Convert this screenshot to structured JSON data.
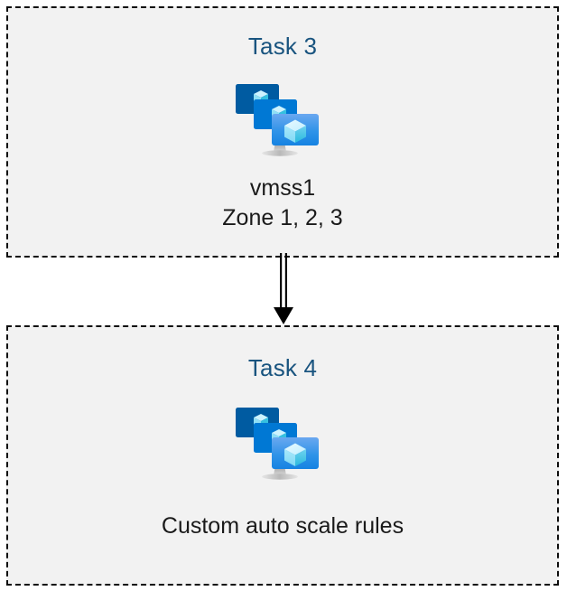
{
  "diagram": {
    "type": "flow",
    "background_color": "#ffffff",
    "box_fill_color": "#f2f2f2",
    "box_border_color": "#0d0d0d",
    "title_color": "#19547f",
    "caption_color": "#1a1a1a",
    "nodes": [
      {
        "id": "task3",
        "title": "Task 3",
        "icon": "azure-vm-scale-set-icon",
        "caption_lines": [
          "vmss1",
          "Zone 1, 2, 3"
        ],
        "caption_line1": "vmss1",
        "caption_line2": "Zone 1, 2, 3"
      },
      {
        "id": "task4",
        "title": "Task 4",
        "icon": "azure-vm-scale-set-icon",
        "caption_lines": [
          "Custom auto scale rules"
        ],
        "caption_line1": "Custom auto scale rules",
        "caption_line2": ""
      }
    ],
    "connector": {
      "from": "task3",
      "to": "task4",
      "style": "double-line-arrow",
      "direction": "down",
      "color": "#000000"
    }
  },
  "icon_colors": {
    "monitor_back": "#005ba1",
    "monitor_middle": "#0078d4",
    "monitor_front_top": "#5ea0ef",
    "monitor_front_bottom": "#1b8bea",
    "cube_light": "#c3f1ff",
    "cube_mid": "#9cebff",
    "cube_dark": "#32bedd",
    "stand_grey": "#949494",
    "stand_light": "#d6d6d6"
  }
}
